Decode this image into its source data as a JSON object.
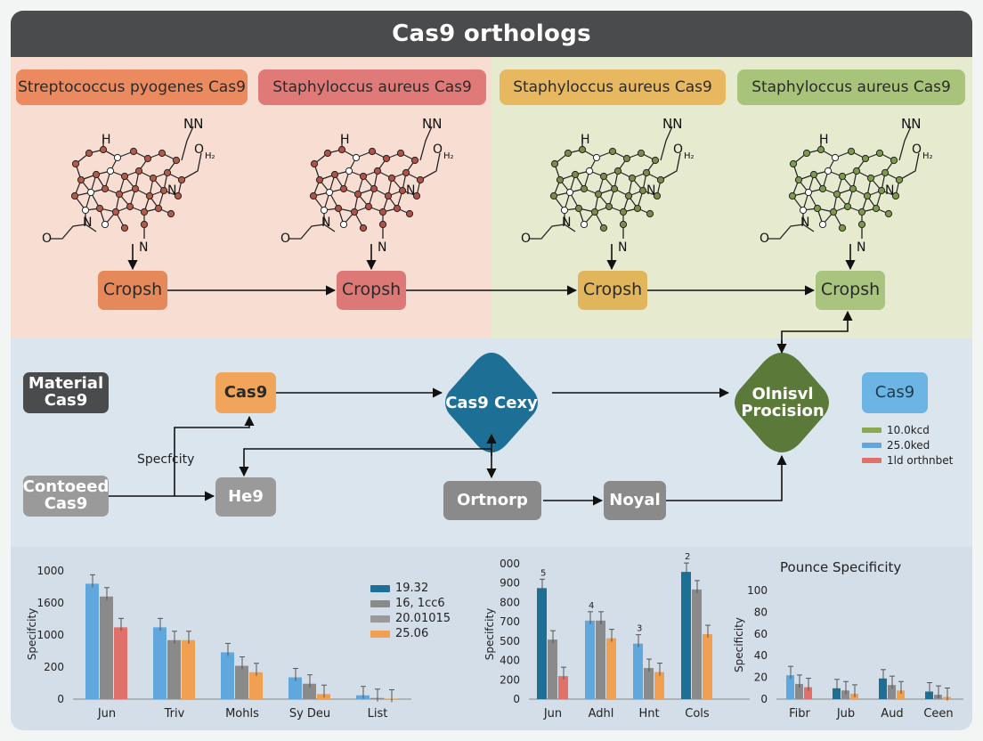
{
  "title": "Cas9 orthologs",
  "headers": [
    {
      "label": "Streptococcus pyogenes Cas9",
      "color": "#eb8a5f"
    },
    {
      "label": "Staphyloccus aureus Cas9",
      "color": "#e07a78"
    },
    {
      "label": "Staphyloccus aureus Cas9",
      "color": "#e8b860"
    },
    {
      "label": "Staphyloccus aureus Cas9",
      "color": "#a8c47a"
    }
  ],
  "molecule": {
    "nn": "NN",
    "h": "H",
    "o2h": "O",
    "h2": "H₂",
    "n": "N",
    "o": "O"
  },
  "molecule_dot_colors": [
    "#b35b48",
    "#b35048",
    "#7f8a4a",
    "#7f9a4a"
  ],
  "crop_boxes": [
    {
      "label": "Cropsh",
      "color": "#e5885a"
    },
    {
      "label": "Cropsh",
      "color": "#dc7977"
    },
    {
      "label": "Cropsh",
      "color": "#e0b55c"
    },
    {
      "label": "Cropsh",
      "color": "#a9c47e"
    }
  ],
  "flow": {
    "material": "Material Cas9",
    "cas9_orange": "Cas9",
    "cas9_cexy": "Cas9 Cexy",
    "olnisvl": "Olnisvl Procision",
    "cas9_legend_box": "Cas9",
    "specificity_label": "Specfcity",
    "contoeed": "Contoeed Cas9",
    "he9": "He9",
    "ortnorp": "Ortnorp",
    "noyal": "Noyal"
  },
  "flow_legend": [
    {
      "label": "10.0kcd",
      "color": "#8aa850"
    },
    {
      "label": "25.0ked",
      "color": "#5fa7dc"
    },
    {
      "label": "1ld orthnbet",
      "color": "#e0706a"
    }
  ],
  "chart_data": [
    {
      "type": "bar",
      "title": "",
      "ylabel": "Specifcity",
      "ytick_labels": [
        "1000",
        "1600",
        "1000",
        "200",
        "0"
      ],
      "ylim": [
        0,
        2000
      ],
      "categories": [
        "Jun",
        "Triv",
        "Mohls",
        "Sy Deu",
        "List"
      ],
      "series": [
        {
          "name": "19.32",
          "color": "#1e6f96",
          "values": [
            null,
            null,
            null,
            null,
            null
          ]
        },
        {
          "name": "16, 1cc6",
          "color": "#8a8a8a",
          "values": [
            1600,
            920,
            520,
            240,
            18
          ]
        },
        {
          "name": "20.01015",
          "color": "#9a9a9a",
          "values": [
            null,
            null,
            null,
            null,
            null
          ]
        },
        {
          "name": "25.06",
          "color": "#f0a050",
          "values": [
            null,
            920,
            420,
            80,
            8
          ]
        }
      ],
      "extra_series": [
        {
          "color": "#5fa7dc",
          "values": [
            1800,
            1120,
            730,
            340,
            60
          ]
        },
        {
          "color": "#e0706a",
          "values": [
            1120,
            null,
            null,
            null,
            null
          ]
        }
      ]
    },
    {
      "type": "bar",
      "title": "",
      "ylabel": "Specifcity",
      "ytick_labels": [
        "000",
        "900",
        "800",
        "700",
        "500",
        "400",
        "200",
        "0"
      ],
      "ylim": [
        0,
        1000
      ],
      "categories": [
        "Jun",
        "Adhl",
        "Hnt",
        "Cols"
      ],
      "bar_labels": [
        "5",
        "4",
        "3",
        "2"
      ],
      "series": [
        {
          "color": "#1e6f96",
          "values": [
            820,
            null,
            null,
            940
          ]
        },
        {
          "color": "#5fa7dc",
          "values": [
            null,
            580,
            410,
            null
          ]
        },
        {
          "color": "#8a8a8a",
          "values": [
            440,
            580,
            230,
            810
          ]
        },
        {
          "color": "#e0706a",
          "values": [
            170,
            null,
            null,
            null
          ]
        },
        {
          "color": "#f0a050",
          "values": [
            null,
            450,
            200,
            480
          ]
        }
      ]
    },
    {
      "type": "bar",
      "title": "Pounce Specificity",
      "ylabel": "Specificity",
      "ytick_labels": [
        "100",
        "80",
        "60",
        "40",
        "20",
        "0"
      ],
      "ylim": [
        0,
        100
      ],
      "categories": [
        "Fibr",
        "Jub",
        "Aud",
        "Ceen"
      ],
      "series": [
        {
          "color": "#5fa7dc",
          "values": [
            22,
            null,
            null,
            null
          ]
        },
        {
          "color": "#1e6f96",
          "values": [
            null,
            10,
            19,
            7
          ]
        },
        {
          "color": "#8a8a8a",
          "values": [
            14,
            8,
            13,
            4
          ]
        },
        {
          "color": "#e0706a",
          "values": [
            11,
            null,
            null,
            null
          ]
        },
        {
          "color": "#f0a050",
          "values": [
            null,
            5,
            8,
            2
          ]
        }
      ]
    }
  ]
}
